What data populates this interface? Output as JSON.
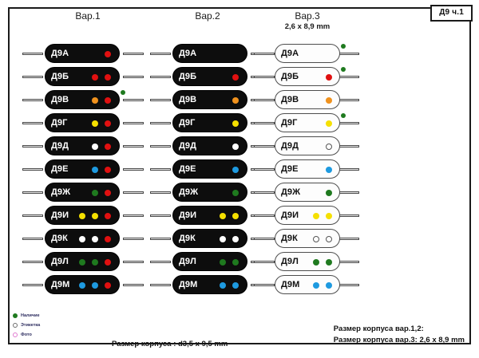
{
  "title_box": {
    "label": "Д9 ч.1"
  },
  "columns": [
    {
      "name": "var1",
      "header": "Вар.1",
      "subheader": ""
    },
    {
      "name": "var2",
      "header": "Вар.2",
      "subheader": ""
    },
    {
      "name": "var3",
      "header": "Вар.3",
      "subheader": "2,6 x 8,9 mm"
    }
  ],
  "colors": {
    "red": "#e01010",
    "orange": "#f0921e",
    "yellow": "#f5e000",
    "white": "#ffffff",
    "blue": "#1e9ae0",
    "green": "#1f7a1f",
    "body_dark": "#0d0d0d",
    "body_light": "#fdfdfd",
    "lead": "#e8e8e8",
    "frame": "#1a1a1a",
    "legend_text": "#2b2b5e"
  },
  "var1": {
    "rows": [
      {
        "label": "Д9А",
        "dots": [
          "red"
        ],
        "marker": false
      },
      {
        "label": "Д9Б",
        "dots": [
          "red",
          "red"
        ],
        "marker": false
      },
      {
        "label": "Д9В",
        "dots": [
          "orange",
          "red"
        ],
        "marker": true
      },
      {
        "label": "Д9Г",
        "dots": [
          "yellow",
          "red"
        ],
        "marker": false
      },
      {
        "label": "Д9Д",
        "dots": [
          "white",
          "red"
        ],
        "marker": false
      },
      {
        "label": "Д9Е",
        "dots": [
          "blue",
          "red"
        ],
        "marker": false
      },
      {
        "label": "Д9Ж",
        "dots": [
          "green",
          "red"
        ],
        "marker": false
      },
      {
        "label": "Д9И",
        "dots": [
          "yellow",
          "yellow",
          "red"
        ],
        "marker": false
      },
      {
        "label": "Д9К",
        "dots": [
          "white",
          "white",
          "red"
        ],
        "marker": false
      },
      {
        "label": "Д9Л",
        "dots": [
          "green",
          "green",
          "red"
        ],
        "marker": false
      },
      {
        "label": "Д9М",
        "dots": [
          "blue",
          "blue",
          "red"
        ],
        "marker": false
      }
    ]
  },
  "var2": {
    "rows": [
      {
        "label": "Д9А",
        "dots": [],
        "marker": false
      },
      {
        "label": "Д9Б",
        "dots": [
          "red"
        ],
        "marker": false
      },
      {
        "label": "Д9В",
        "dots": [
          "orange"
        ],
        "marker": false
      },
      {
        "label": "Д9Г",
        "dots": [
          "yellow"
        ],
        "marker": false
      },
      {
        "label": "Д9Д",
        "dots": [
          "white"
        ],
        "marker": false
      },
      {
        "label": "Д9Е",
        "dots": [
          "blue"
        ],
        "marker": false
      },
      {
        "label": "Д9Ж",
        "dots": [
          "green"
        ],
        "marker": false
      },
      {
        "label": "Д9И",
        "dots": [
          "yellow",
          "yellow"
        ],
        "marker": false
      },
      {
        "label": "Д9К",
        "dots": [
          "white",
          "white"
        ],
        "marker": false
      },
      {
        "label": "Д9Л",
        "dots": [
          "green",
          "green"
        ],
        "marker": false
      },
      {
        "label": "Д9М",
        "dots": [
          "blue",
          "blue"
        ],
        "marker": false
      }
    ]
  },
  "var3": {
    "rows": [
      {
        "label": "Д9А",
        "dots": [],
        "marker": true
      },
      {
        "label": "Д9Б",
        "dots": [
          "red"
        ],
        "marker": true
      },
      {
        "label": "Д9В",
        "dots": [
          "orange"
        ],
        "marker": false
      },
      {
        "label": "Д9Г",
        "dots": [
          "yellow"
        ],
        "marker": true
      },
      {
        "label": "Д9Д",
        "dots": [
          "white"
        ],
        "marker": false
      },
      {
        "label": "Д9Е",
        "dots": [
          "blue"
        ],
        "marker": false
      },
      {
        "label": "Д9Ж",
        "dots": [
          "green"
        ],
        "marker": false
      },
      {
        "label": "Д9И",
        "dots": [
          "yellow",
          "yellow"
        ],
        "marker": false
      },
      {
        "label": "Д9К",
        "dots": [
          "white",
          "white"
        ],
        "marker": false
      },
      {
        "label": "Д9Л",
        "dots": [
          "green",
          "green"
        ],
        "marker": false
      },
      {
        "label": "Д9М",
        "dots": [
          "blue",
          "blue"
        ],
        "marker": false
      }
    ]
  },
  "legend": {
    "items": [
      {
        "label": "Наличие",
        "color": "#1f7a1f",
        "style": "solid"
      },
      {
        "label": "Этикетка",
        "color": "#6e6e6e",
        "style": "ring"
      },
      {
        "label": "Фото",
        "color": "#e07ad0",
        "style": "ring"
      }
    ]
  },
  "footer": {
    "center": "Размер корпуса : d3,5 x 9,5 mm",
    "right_line1": "Размер корпуса вар.1,2:",
    "right_line2": "Размер корпуса вар.3: 2,6 x 8,9 mm"
  }
}
